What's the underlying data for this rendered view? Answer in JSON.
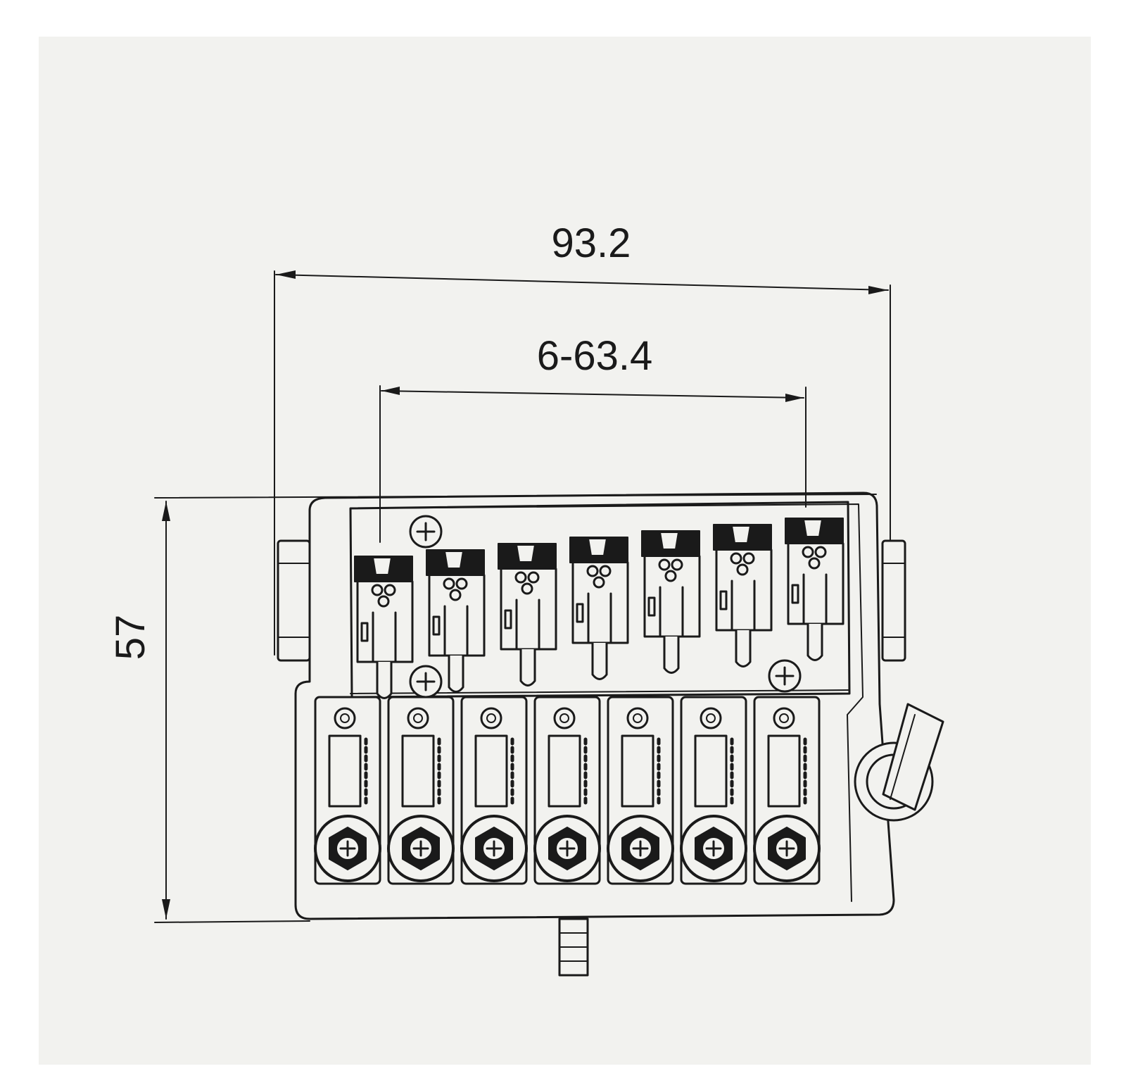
{
  "diagram": {
    "dimensions": {
      "overall_width": "93.2",
      "string_spacing": "6-63.4",
      "depth": "57"
    },
    "saddle_count": 7,
    "colors": {
      "paper": "#f2f2ef",
      "ink": "#1a1a1a",
      "background": "#ffffff"
    }
  }
}
